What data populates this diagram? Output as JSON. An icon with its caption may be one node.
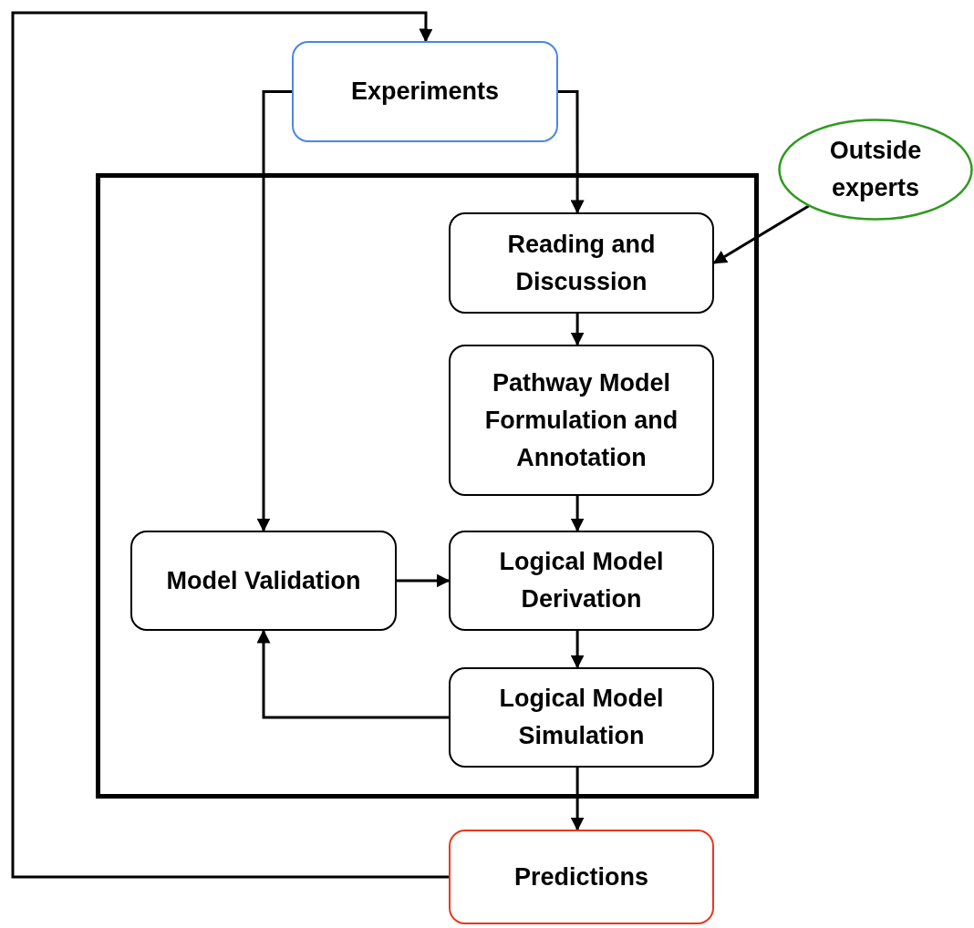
{
  "diagram": {
    "nodes": [
      {
        "text": [
          "Experiments"
        ]
      },
      {
        "text": [
          "Outside experts"
        ]
      },
      {
        "text": [],
        "shape": "box"
      },
      {
        "text": [
          "Reading and Discussion"
        ],
        "in": 2
      },
      {
        "text": [
          "Pathway Model Formulation and Annotation"
        ],
        "in": 2
      },
      {
        "text": [
          "Model Validation"
        ],
        "in": 2
      },
      {
        "text": [
          "Logical Model Derivation"
        ],
        "in": 2
      },
      {
        "text": [
          "Logical Model Simulation"
        ],
        "in": 2
      },
      {
        "text": [
          "Predictions"
        ]
      }
    ],
    "edges": [
      {
        "from": 0,
        "to": 3,
        "arrow": "to"
      },
      {
        "from": 0,
        "to": 5,
        "arrow": "to"
      },
      {
        "from": 1,
        "to": 3,
        "arrow": "to"
      },
      {
        "from": 3,
        "to": 4,
        "arrow": "to"
      },
      {
        "from": 4,
        "to": 6,
        "arrow": "to"
      },
      {
        "from": 5,
        "to": 6,
        "arrow": "to"
      },
      {
        "from": 6,
        "to": 7,
        "arrow": "to"
      },
      {
        "from": 7,
        "to": 5,
        "arrow": "to"
      },
      {
        "from": 7,
        "to": 8,
        "arrow": "to"
      },
      {
        "from": 8,
        "to": 0,
        "arrow": "to"
      }
    ]
  }
}
